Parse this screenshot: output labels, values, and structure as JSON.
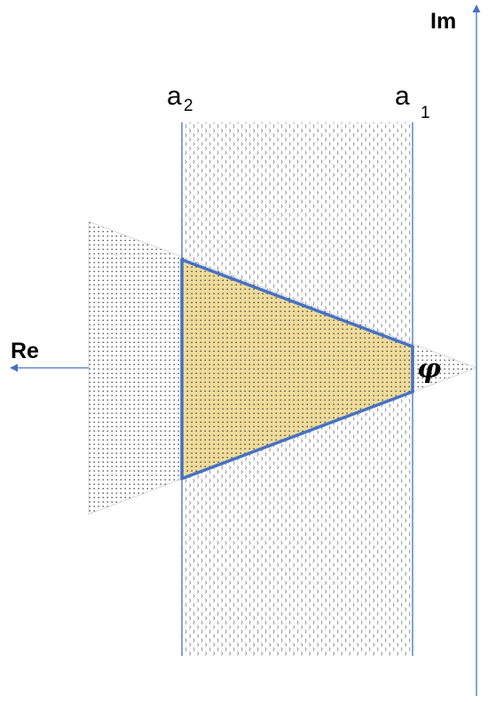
{
  "diagram": {
    "axes": {
      "real_label": "Re",
      "imag_label": "Im"
    },
    "boundaries": {
      "left_label": "a",
      "left_subscript": "2",
      "right_label": "a",
      "right_subscript": "1"
    },
    "angle_label": "φ",
    "colors": {
      "axis": "#4472c4",
      "boundary_line": "#4472c4",
      "triangle_edge": "#4472c4",
      "overlap_fill": "#efdb9a",
      "dots": "#333333",
      "wave": "#666666",
      "label": "#000000"
    }
  }
}
